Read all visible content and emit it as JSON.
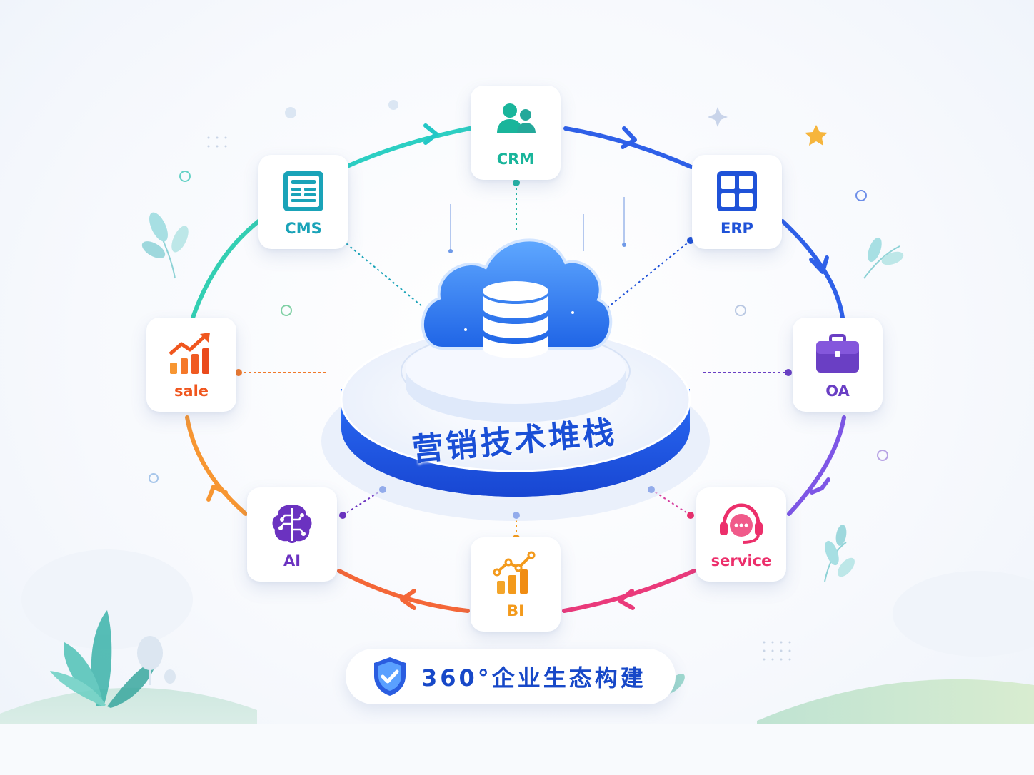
{
  "title": "营销技术堆栈",
  "badge": {
    "text": "360°企业生态构建",
    "icon": "shield-check-icon"
  },
  "colors": {
    "primary": "#1a4fd6",
    "crm": "#19b59b",
    "cms": "#1aa3b8",
    "erp": "#1f52d8",
    "oa": "#6a3fc4",
    "service": "#ec2f6b",
    "bi": "#f39a1c",
    "ai": "#6b32c0",
    "sale": "#f0561e"
  },
  "nodes": [
    {
      "id": "crm",
      "label": "CRM",
      "icon": "users-icon"
    },
    {
      "id": "erp",
      "label": "ERP",
      "icon": "grid-icon"
    },
    {
      "id": "oa",
      "label": "OA",
      "icon": "briefcase-icon"
    },
    {
      "id": "service",
      "label": "service",
      "icon": "headset-chat-icon"
    },
    {
      "id": "bi",
      "label": "BI",
      "icon": "bar-trend-icon"
    },
    {
      "id": "ai",
      "label": "AI",
      "icon": "brain-circuit-icon"
    },
    {
      "id": "sale",
      "label": "sale",
      "icon": "growth-chart-icon"
    },
    {
      "id": "cms",
      "label": "CMS",
      "icon": "document-icon"
    }
  ]
}
